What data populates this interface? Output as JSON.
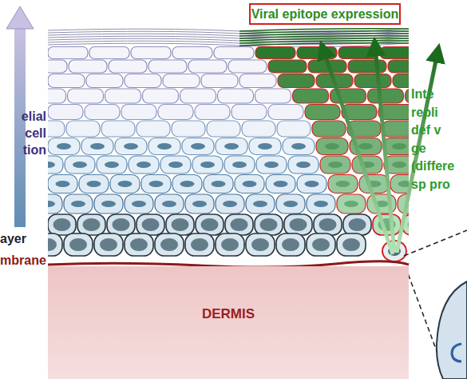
{
  "diagram": {
    "nodes": [
      {
        "text": [
          "Viral epitope expression"
        ]
      },
      {
        "text": [
          "DERMIS"
        ]
      }
    ],
    "labels": [
      "elial cell tion",
      "ayer",
      "mbrane",
      "Inte repli def v ge (differe sp pro"
    ]
  }
}
